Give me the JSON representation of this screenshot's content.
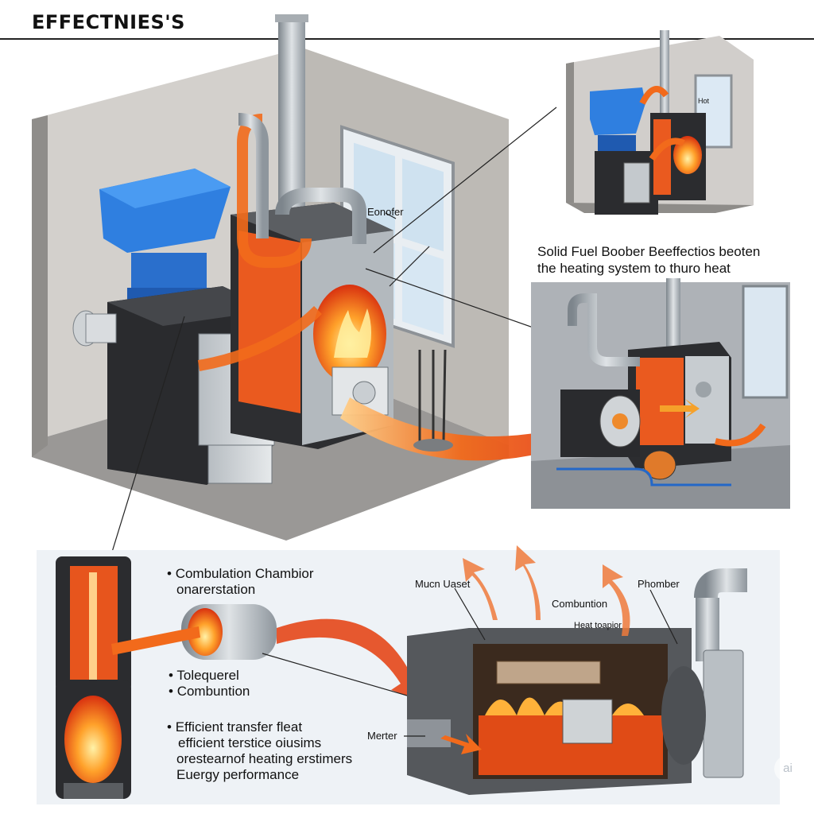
{
  "header": {
    "title": "EFFECTNIES'S"
  },
  "main_scene": {
    "boiler_label": "Eonofer"
  },
  "caption": {
    "line1": "Solid Fuel Boober Beeffectios beoten",
    "line2": "the heating system to thuro heat"
  },
  "top_right_scene": {
    "label": "Hot"
  },
  "diagram": {
    "bullets_top": [
      "Combulation Chambior",
      "onarerstation"
    ],
    "bullets_mid": [
      "Tolequerel",
      "Combuntion"
    ],
    "bullets_bottom": [
      "Efficient transfer fleat",
      "efficient terstice oiusims",
      "orestearnof heating erstimers",
      "Euergy performance"
    ],
    "labels": {
      "mucn_ueset": "Mucn Uaset",
      "combustion": "Combuntion",
      "heat_toapior": "Heat toapior",
      "phomber": "Phomber",
      "merter": "Merter"
    }
  },
  "watermark": {
    "text": "ai"
  },
  "colors": {
    "flame": "#f26a1b",
    "blue_hopper": "#2f7fe0",
    "steel": "#9aa3ab",
    "wall": "#c9c6c2"
  }
}
